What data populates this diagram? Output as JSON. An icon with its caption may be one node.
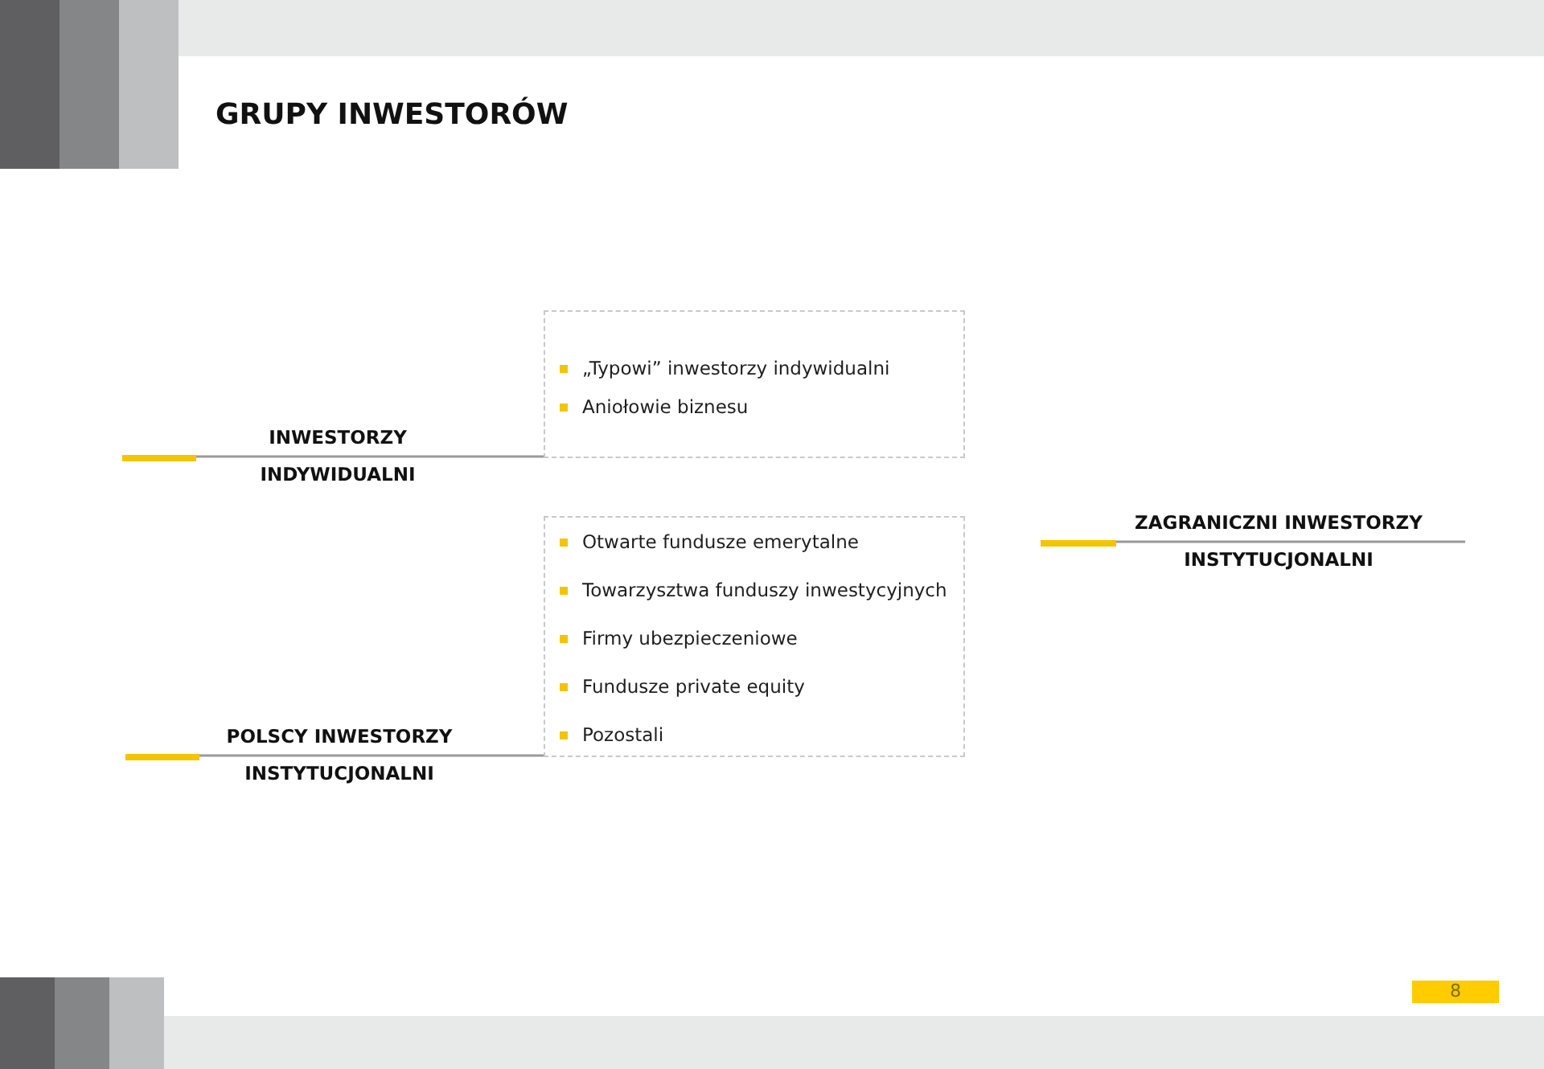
{
  "diagram": {
    "title": "GRUPY INWESTORÓW",
    "nodes": [
      {
        "text": [
          "INWESTORZY INDYWIDUALNI"
        ]
      },
      {
        "text": [
          "„Typowi” inwestorzy indywidualni",
          "Aniołowie biznesu"
        ]
      },
      {
        "text": [
          "POLSCY INWESTORZY INSTYTUCJONALNI"
        ]
      },
      {
        "text": [
          "Otwarte fundusze emerytalne",
          "Towarzysztwa funduszy inwestycyjnych",
          "Firmy ubezpieczeniowe",
          "Fundusze private equity",
          "Pozostali"
        ]
      },
      {
        "text": [
          "ZAGRANICZNI INWESTORZY INSTYTUCJONALNI"
        ]
      }
    ],
    "edges": [
      {
        "from": 0,
        "to": 1,
        "arrow": "none"
      },
      {
        "from": 2,
        "to": 3,
        "arrow": "none"
      }
    ],
    "labels": [
      "8"
    ]
  }
}
